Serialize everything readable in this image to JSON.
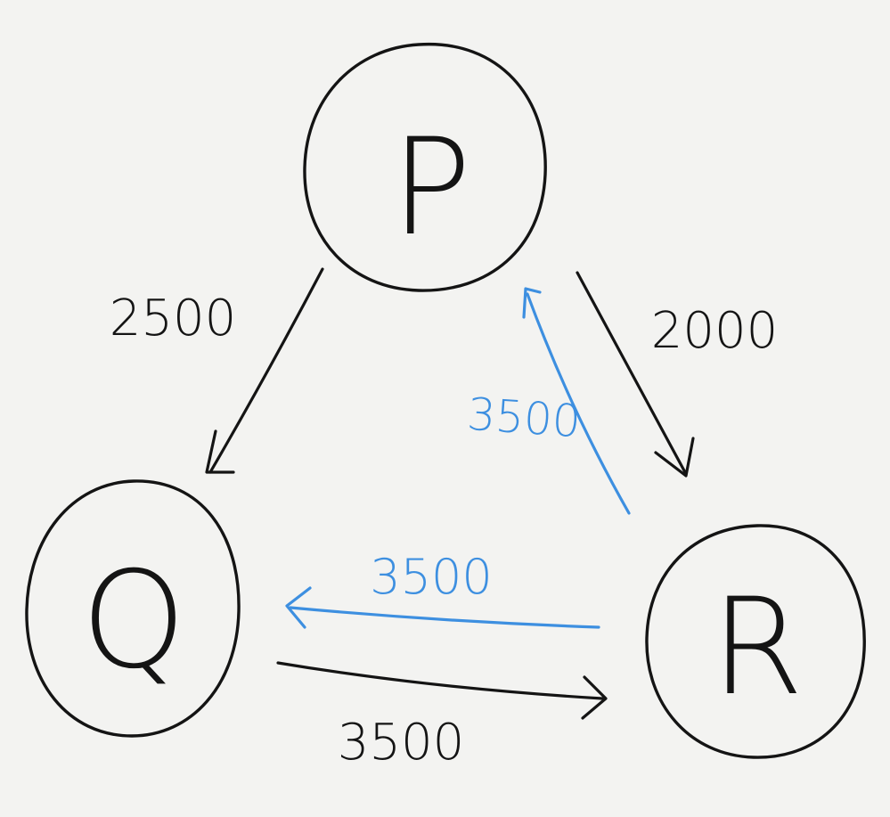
{
  "colors": {
    "background": "#f3f3f1",
    "ink": "#141414",
    "blue": "#3d8fe0"
  },
  "nodes": [
    {
      "id": "P",
      "label": "P"
    },
    {
      "id": "Q",
      "label": "Q"
    },
    {
      "id": "R",
      "label": "R"
    }
  ],
  "edges": [
    {
      "from": "P",
      "to": "Q",
      "label": "2500",
      "color": "ink"
    },
    {
      "from": "P",
      "to": "R",
      "label": "2000",
      "color": "ink"
    },
    {
      "from": "Q",
      "to": "R",
      "label": "3500",
      "color": "ink"
    },
    {
      "from": "R",
      "to": "Q",
      "label": "3500",
      "color": "blue"
    },
    {
      "from": "R",
      "to": "P",
      "label": "3500",
      "color": "blue"
    }
  ]
}
